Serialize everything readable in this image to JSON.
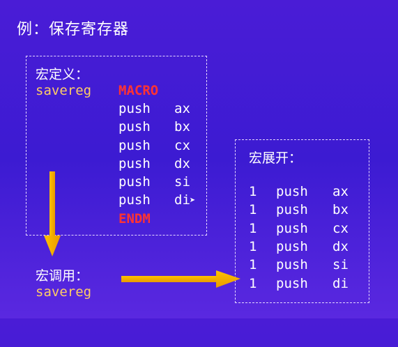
{
  "title": "例：保存寄存器",
  "macro_def": {
    "heading": "宏定义：",
    "name": "savereg",
    "keyword_start": "MACRO",
    "instructions": [
      {
        "op": "push",
        "reg": "ax"
      },
      {
        "op": "push",
        "reg": "bx"
      },
      {
        "op": "push",
        "reg": "cx"
      },
      {
        "op": "push",
        "reg": "dx"
      },
      {
        "op": "push",
        "reg": "si"
      },
      {
        "op": "push",
        "reg": "di"
      }
    ],
    "keyword_end": "ENDM"
  },
  "macro_call": {
    "heading": "宏调用：",
    "name": "savereg"
  },
  "macro_expand": {
    "heading": "宏展开：",
    "lines": [
      {
        "level": "1",
        "op": "push",
        "reg": "ax"
      },
      {
        "level": "1",
        "op": "push",
        "reg": "bx"
      },
      {
        "level": "1",
        "op": "push",
        "reg": "cx"
      },
      {
        "level": "1",
        "op": "push",
        "reg": "dx"
      },
      {
        "level": "1",
        "op": "push",
        "reg": "si"
      },
      {
        "level": "1",
        "op": "push",
        "reg": "di"
      }
    ]
  },
  "colors": {
    "background": "#4020d4",
    "identifier": "#ffcc66",
    "keyword": "#ff3333",
    "arrow": "#ffb000",
    "text": "#ffffff"
  }
}
